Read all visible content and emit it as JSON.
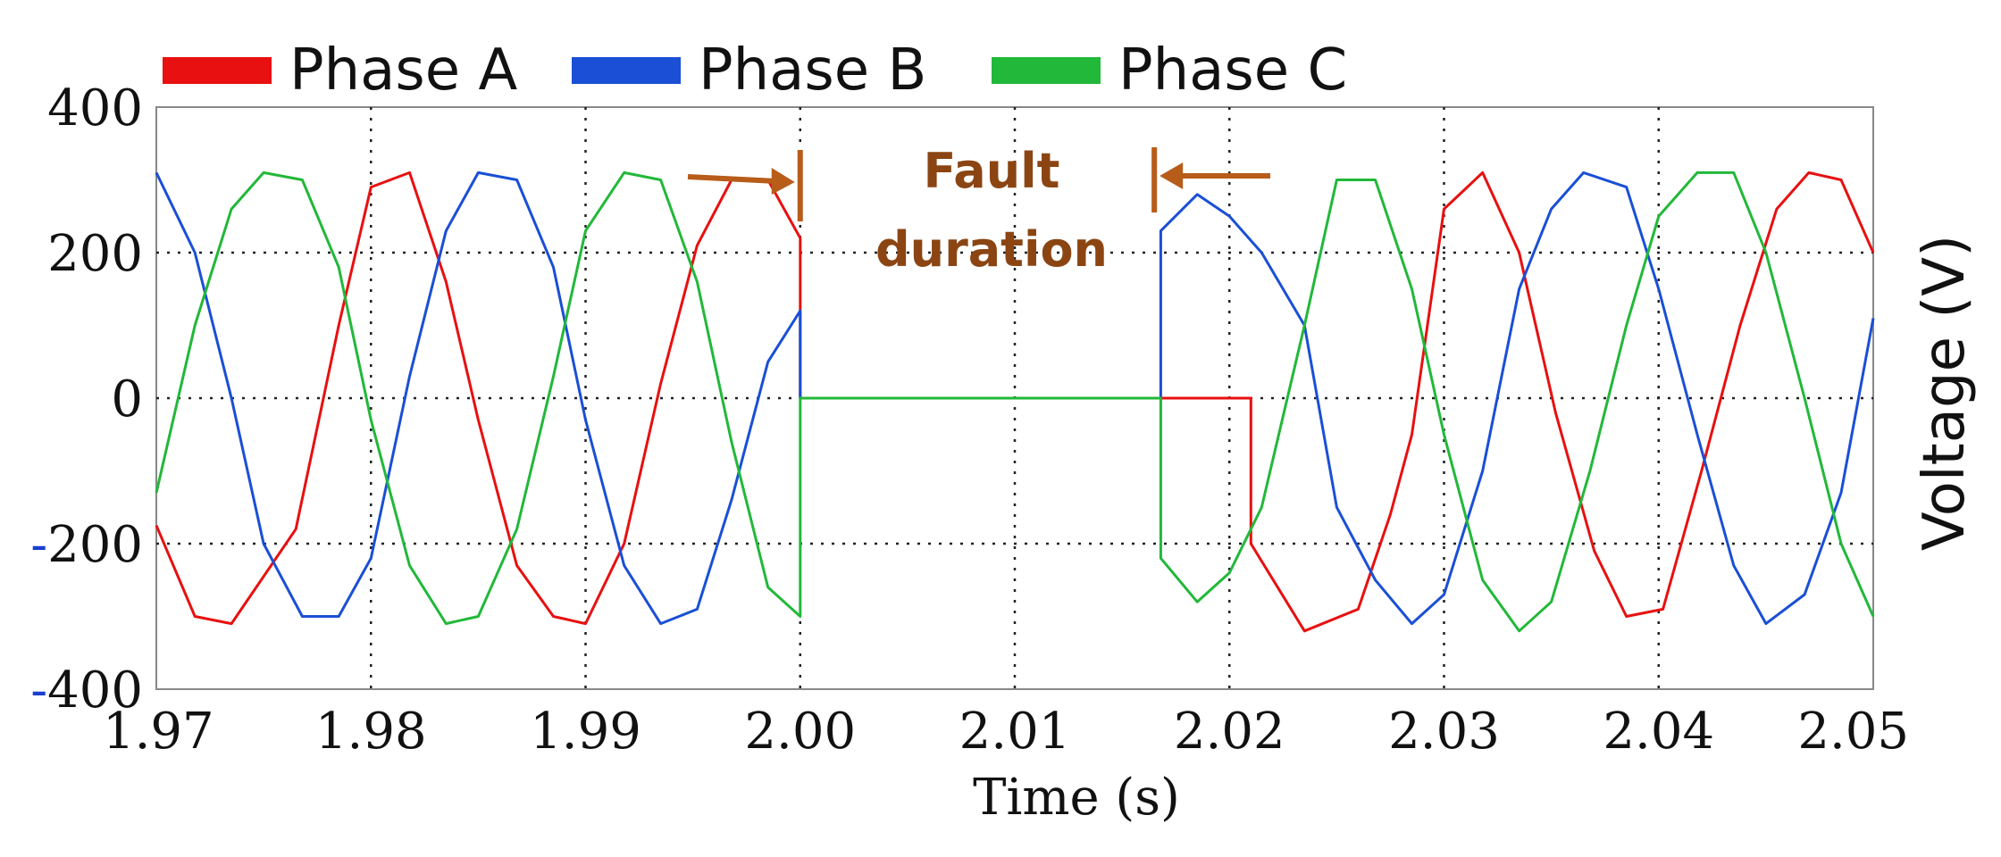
{
  "chart_data": {
    "type": "line",
    "title": "",
    "xlabel": "Time (s)",
    "ylabel": "Voltage (V)",
    "xlim": [
      1.97,
      2.05
    ],
    "ylim": [
      -400,
      400
    ],
    "x_ticks": [
      1.97,
      1.98,
      1.99,
      2.0,
      2.01,
      2.02,
      2.03,
      2.04,
      2.05
    ],
    "x_tick_labels": [
      "1.97",
      "1.98",
      "1.99",
      "2.00",
      "2.01",
      "2.02",
      "2.03",
      "2.04",
      "2.05"
    ],
    "y_ticks": [
      -400,
      -200,
      0,
      200,
      400
    ],
    "y_tick_labels": [
      "-400",
      "-200",
      "0",
      "200",
      "400"
    ],
    "grid": true,
    "legend_position": "top",
    "annotation": {
      "line1": "Fault",
      "line2": "duration",
      "fault_start": 2.0,
      "fault_end": 2.0165
    },
    "series": [
      {
        "name": "Phase A",
        "color": "#e81010",
        "points": [
          [
            1.97,
            -175
          ],
          [
            1.9718,
            -300
          ],
          [
            1.9735,
            -310
          ],
          [
            1.9765,
            -180
          ],
          [
            1.9785,
            100
          ],
          [
            1.98,
            290
          ],
          [
            1.9818,
            310
          ],
          [
            1.9835,
            160
          ],
          [
            1.985,
            -30
          ],
          [
            1.9868,
            -230
          ],
          [
            1.9885,
            -300
          ],
          [
            1.99,
            -310
          ],
          [
            1.9918,
            -200
          ],
          [
            1.9935,
            20
          ],
          [
            1.9952,
            210
          ],
          [
            1.9968,
            300
          ],
          [
            1.9985,
            300
          ],
          [
            2.0,
            220
          ],
          [
            2.0,
            0
          ],
          [
            2.021,
            0
          ],
          [
            2.021,
            -200
          ],
          [
            2.0235,
            -320
          ],
          [
            2.026,
            -290
          ],
          [
            2.0275,
            -160
          ],
          [
            2.0285,
            -50
          ],
          [
            2.03,
            260
          ],
          [
            2.0318,
            310
          ],
          [
            2.0335,
            200
          ],
          [
            2.0352,
            -20
          ],
          [
            2.037,
            -210
          ],
          [
            2.0385,
            -300
          ],
          [
            2.0402,
            -290
          ],
          [
            2.042,
            -100
          ],
          [
            2.0438,
            100
          ],
          [
            2.0455,
            260
          ],
          [
            2.047,
            310
          ],
          [
            2.0485,
            300
          ],
          [
            2.05,
            200
          ]
        ]
      },
      {
        "name": "Phase B",
        "color": "#1a4fd6",
        "points": [
          [
            1.97,
            310
          ],
          [
            1.9718,
            200
          ],
          [
            1.9735,
            0
          ],
          [
            1.975,
            -200
          ],
          [
            1.9768,
            -300
          ],
          [
            1.9785,
            -300
          ],
          [
            1.98,
            -220
          ],
          [
            1.9818,
            30
          ],
          [
            1.9835,
            230
          ],
          [
            1.985,
            310
          ],
          [
            1.9868,
            300
          ],
          [
            1.9885,
            180
          ],
          [
            1.99,
            -30
          ],
          [
            1.9918,
            -230
          ],
          [
            1.9935,
            -310
          ],
          [
            1.9952,
            -290
          ],
          [
            1.9968,
            -140
          ],
          [
            1.9985,
            50
          ],
          [
            2.0,
            120
          ],
          [
            2.0,
            0
          ],
          [
            2.0168,
            0
          ],
          [
            2.0168,
            230
          ],
          [
            2.0185,
            280
          ],
          [
            2.02,
            250
          ],
          [
            2.0215,
            200
          ],
          [
            2.0235,
            100
          ],
          [
            2.025,
            -150
          ],
          [
            2.0268,
            -250
          ],
          [
            2.0285,
            -310
          ],
          [
            2.03,
            -270
          ],
          [
            2.0318,
            -100
          ],
          [
            2.0335,
            150
          ],
          [
            2.035,
            260
          ],
          [
            2.0365,
            310
          ],
          [
            2.0385,
            290
          ],
          [
            2.04,
            150
          ],
          [
            2.0418,
            -50
          ],
          [
            2.0435,
            -230
          ],
          [
            2.045,
            -310
          ],
          [
            2.0468,
            -270
          ],
          [
            2.0485,
            -130
          ],
          [
            2.05,
            110
          ]
        ]
      },
      {
        "name": "Phase C",
        "color": "#22b83a",
        "points": [
          [
            1.97,
            -130
          ],
          [
            1.9718,
            100
          ],
          [
            1.9735,
            260
          ],
          [
            1.975,
            310
          ],
          [
            1.9768,
            300
          ],
          [
            1.9785,
            180
          ],
          [
            1.98,
            -30
          ],
          [
            1.9818,
            -230
          ],
          [
            1.9835,
            -310
          ],
          [
            1.985,
            -300
          ],
          [
            1.9868,
            -180
          ],
          [
            1.9885,
            30
          ],
          [
            1.99,
            230
          ],
          [
            1.9918,
            310
          ],
          [
            1.9935,
            300
          ],
          [
            1.9952,
            160
          ],
          [
            1.9968,
            -60
          ],
          [
            1.9985,
            -260
          ],
          [
            2.0,
            -300
          ],
          [
            2.0,
            0
          ],
          [
            2.0168,
            0
          ],
          [
            2.0168,
            -220
          ],
          [
            2.0185,
            -280
          ],
          [
            2.02,
            -240
          ],
          [
            2.0215,
            -150
          ],
          [
            2.0235,
            100
          ],
          [
            2.025,
            300
          ],
          [
            2.0268,
            300
          ],
          [
            2.0285,
            150
          ],
          [
            2.03,
            -50
          ],
          [
            2.0318,
            -250
          ],
          [
            2.0335,
            -320
          ],
          [
            2.035,
            -280
          ],
          [
            2.0368,
            -100
          ],
          [
            2.0385,
            100
          ],
          [
            2.04,
            250
          ],
          [
            2.0418,
            310
          ],
          [
            2.0435,
            310
          ],
          [
            2.045,
            200
          ],
          [
            2.0468,
            0
          ],
          [
            2.0485,
            -200
          ],
          [
            2.05,
            -300
          ]
        ]
      }
    ]
  }
}
